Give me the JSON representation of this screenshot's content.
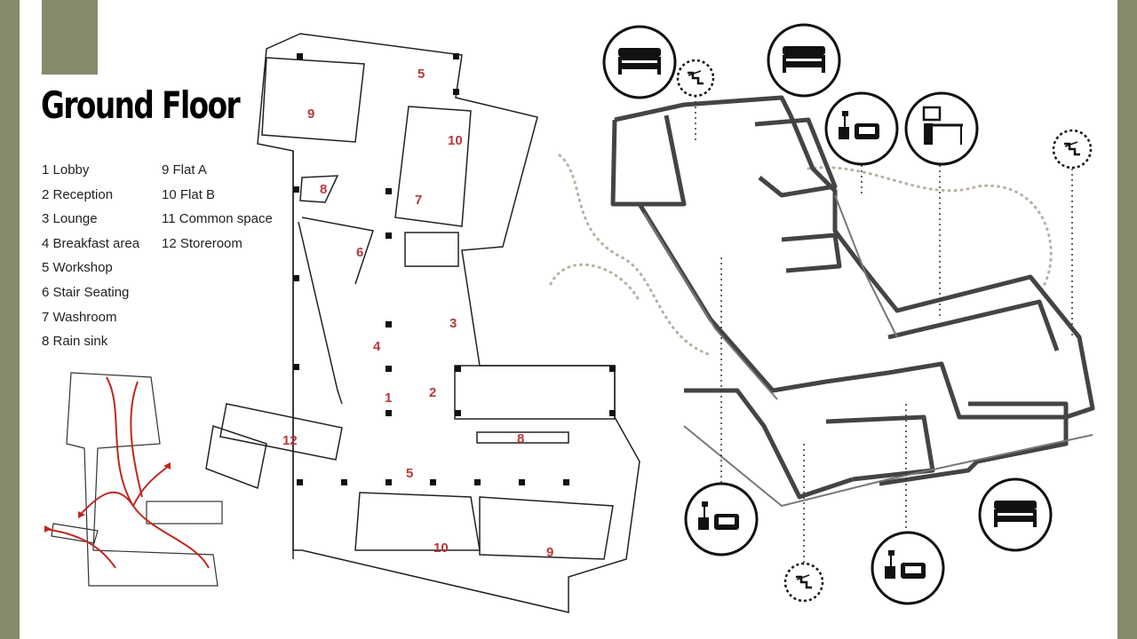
{
  "title": "Ground Floor",
  "legend": {
    "col1": [
      "1 Lobby",
      "2 Reception",
      "3 Lounge",
      "4 Breakfast area",
      "5 Workshop",
      "6 Stair Seating",
      "7 Washroom",
      "8 Rain sink"
    ],
    "col2": [
      "9 Flat A",
      "10 Flat B",
      "11 Common space",
      "12 Storeroom"
    ]
  },
  "plan_labels": [
    "5",
    "9",
    "10",
    "8",
    "7",
    "6",
    "3",
    "4",
    "1",
    "2",
    "8",
    "12",
    "5",
    "10",
    "9"
  ],
  "icons": [
    "bed-icon",
    "stair-icon",
    "bed-icon",
    "lamp-sofa-icon",
    "desk-icon",
    "stair-icon",
    "lamp-sofa-icon",
    "stair-icon",
    "lamp-sofa-icon",
    "bed-icon"
  ],
  "colors": {
    "accent": "#838b6c",
    "label": "#b5393a",
    "path": "#c0281e"
  }
}
